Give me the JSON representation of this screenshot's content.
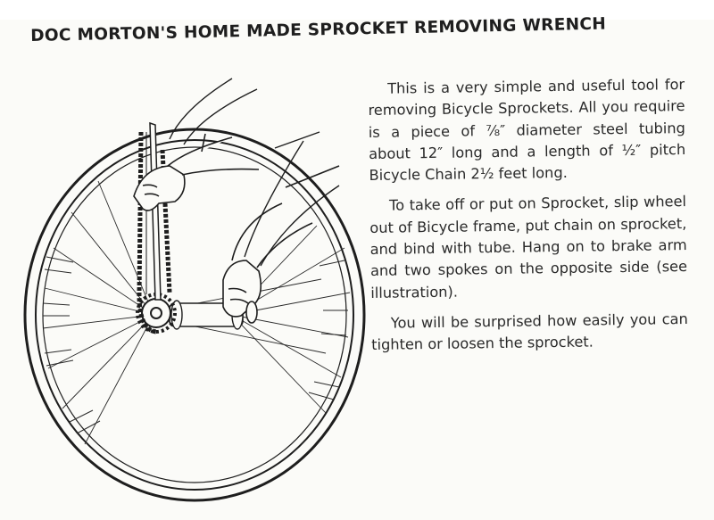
{
  "title": "DOC MORTON'S HOME MADE SPROCKET REMOVING WRENCH",
  "paragraphs": [
    "This is a very simple and useful tool for removing Bicycle Sprock­ets. All you require is a piece of ⅞″ diameter steel tubing about 12″ long and a length of ½″ pitch Bicycle Chain 2½ feet long.",
    "To take off or put on Sprocket, slip wheel out of Bicycle frame, put chain on sprocket, and bind with tube. Hang on to brake arm and two spokes on the opposite side (see illustration).",
    "You will be surprised how easily you can tighten or loosen the sprocket."
  ],
  "colors": {
    "ink": "#1e1e1e",
    "paper": "#fbfbf8"
  }
}
